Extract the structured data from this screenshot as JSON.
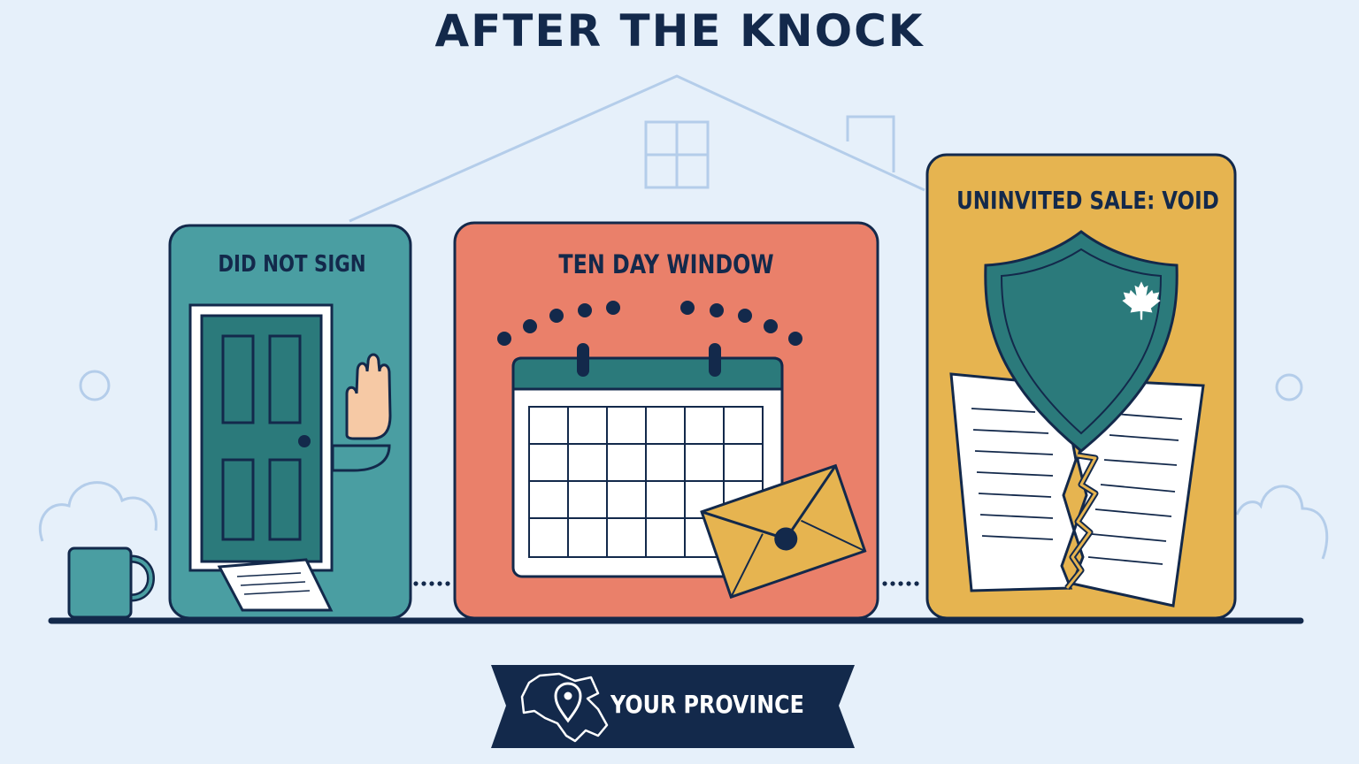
{
  "title": "AFTER THE KNOCK",
  "cards": [
    {
      "label": "DID NOT SIGN",
      "color": "#4a9ea2"
    },
    {
      "label": "TEN DAY WINDOW",
      "color": "#ea806a"
    },
    {
      "label": "UNINVITED SALE: VOID",
      "color": "#e6b450"
    }
  ],
  "banner": {
    "label": "YOUR PROVINCE",
    "color": "#13294b"
  },
  "icons": [
    "door-icon",
    "raised-hand-icon",
    "paper-icon",
    "calendar-icon",
    "envelope-icon",
    "shield-icon",
    "maple-leaf-icon",
    "torn-contract-icon",
    "mug-icon",
    "map-pin-icon",
    "province-map-icon",
    "house-outline-icon"
  ],
  "colors": {
    "background": "#e6f0fa",
    "ink": "#13294b",
    "outline": "#b4cdea"
  }
}
